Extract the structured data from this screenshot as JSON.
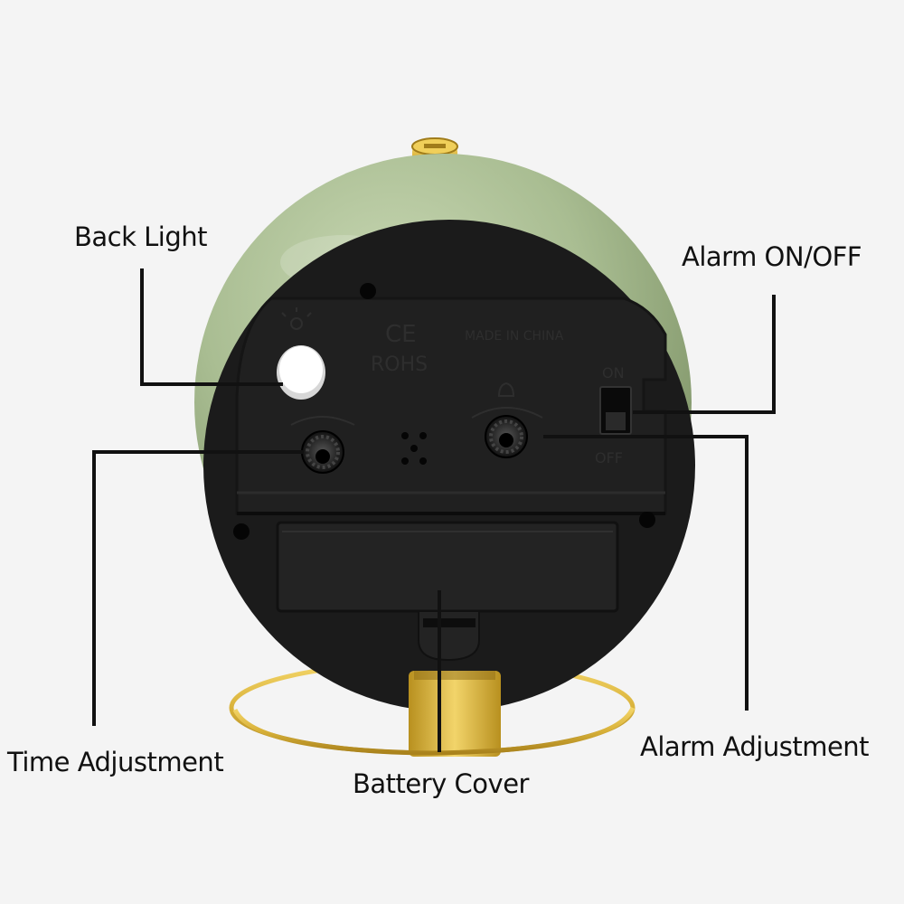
{
  "labels": {
    "back_light": "Back Light",
    "alarm_on_off": "Alarm ON/OFF",
    "time_adjustment": "Time Adjustment",
    "battery_cover": "Battery Cover",
    "alarm_adjustment": "Alarm Adjustment"
  },
  "panel_markings": {
    "ce": "CE",
    "rohs": "ROHS",
    "made_in": "MADE IN CHINA",
    "on": "ON",
    "off": "OFF"
  },
  "colors": {
    "background": "#f4f4f4",
    "body_green": "#a9bd92",
    "panel_black": "#1b1b1b",
    "brass": "#d9b23a",
    "leader_line": "#111111"
  },
  "icons": [
    "light-bulb-icon",
    "alarm-bell-icon"
  ]
}
